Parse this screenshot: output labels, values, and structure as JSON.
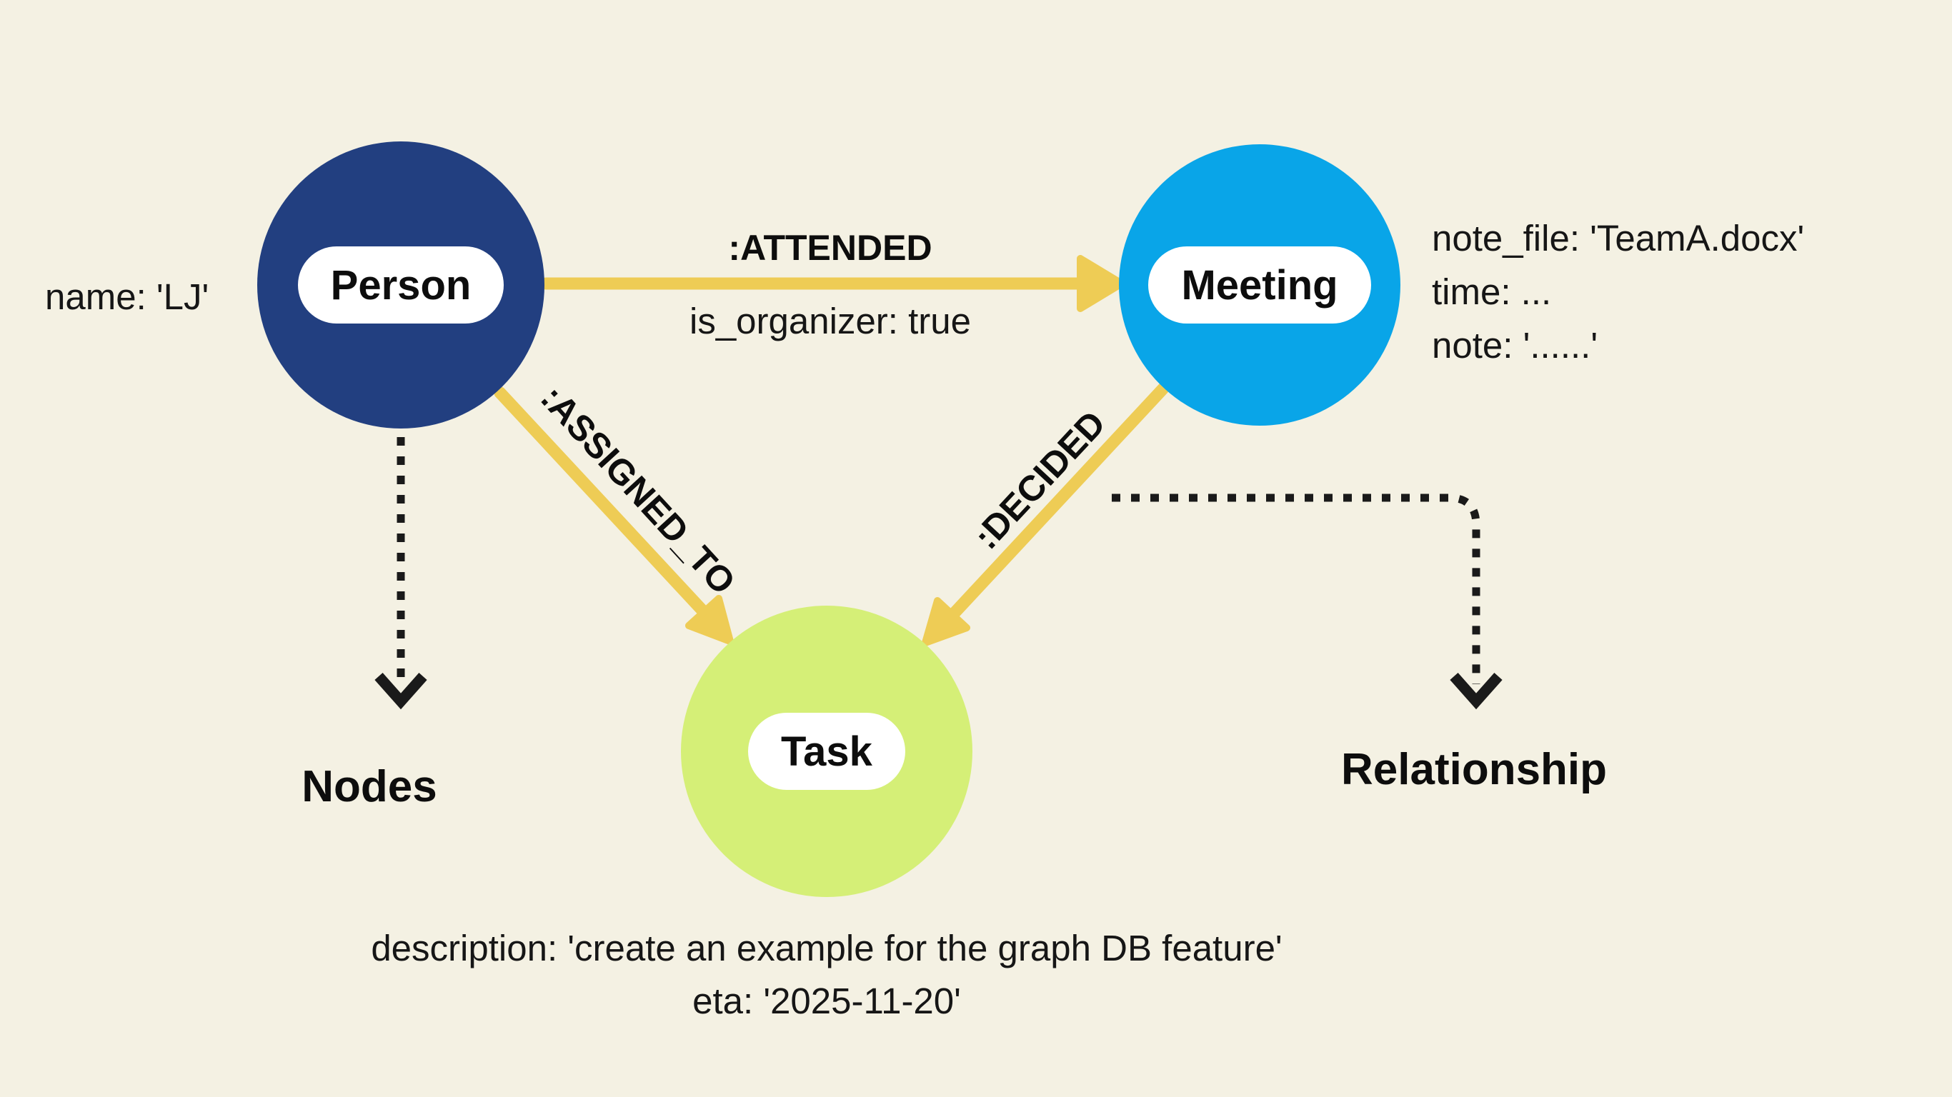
{
  "diagram": {
    "background_color": "#f4f1e3",
    "edge_arrow_color": "#eecc55",
    "dotted_arrow_color": "#1a1a1a",
    "node_pill_color": "#ffffff",
    "nodes": [
      {
        "id": "person",
        "label": "Person",
        "color": "#223f80",
        "properties": [
          "name: 'LJ'"
        ]
      },
      {
        "id": "meeting",
        "label": "Meeting",
        "color": "#09a5e8",
        "properties": [
          "note_file: 'TeamA.docx'",
          "time: ...",
          "note: '......'"
        ]
      },
      {
        "id": "task",
        "label": "Task",
        "color": "#d5ef77",
        "properties": [
          "description: 'create an example for the graph DB feature'",
          "eta: '2025-11-20'"
        ]
      }
    ],
    "edges": [
      {
        "id": "attended",
        "from": "person",
        "to": "meeting",
        "label": ":ATTENDED",
        "property": "is_organizer: true"
      },
      {
        "id": "assigned_to",
        "from": "person",
        "to": "task",
        "label": ":ASSIGNED_TO",
        "property": ""
      },
      {
        "id": "decided",
        "from": "meeting",
        "to": "task",
        "label": ":DECIDED",
        "property": ""
      }
    ],
    "legend": [
      {
        "id": "nodes",
        "label": "Nodes"
      },
      {
        "id": "relationship",
        "label": "Relationship"
      }
    ]
  }
}
